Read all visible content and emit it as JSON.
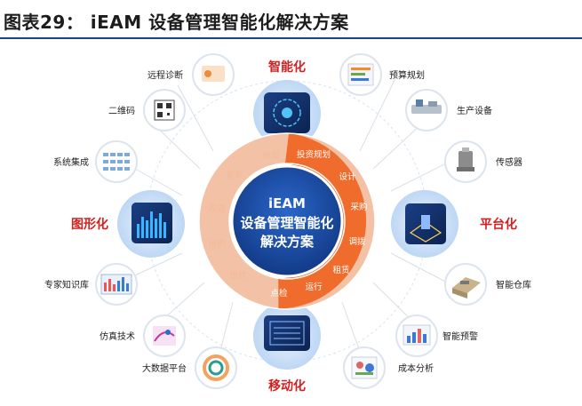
{
  "header": {
    "title": "图表29：  iEAM 设备管理智能化解决方案"
  },
  "center": {
    "line1": "iEAM",
    "line2": "设备管理智能化",
    "line3": "解决方案"
  },
  "categories": {
    "top": "智能化",
    "left": "图形化",
    "right": "平台化",
    "bottom": "移动化"
  },
  "ring": {
    "active": [
      "投资规划",
      "设计",
      "采购",
      "调拨",
      "租赁",
      "运行",
      "点检"
    ],
    "inactive": [
      "维修",
      "维护",
      "改造",
      "更新",
      "报废"
    ]
  },
  "satellites": {
    "left": [
      "远程诊断",
      "二维码",
      "系统集成",
      "专家知识库",
      "仿真技术",
      "大数据平台"
    ],
    "right": [
      "预算规划",
      "生产设备",
      "传感器",
      "智能仓库",
      "智能预警",
      "成本分析"
    ]
  }
}
